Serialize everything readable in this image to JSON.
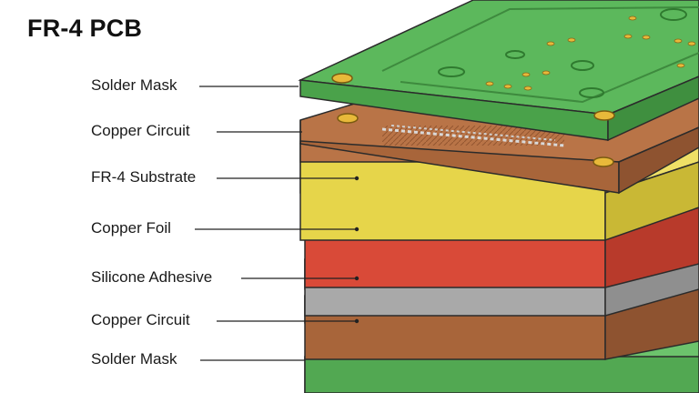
{
  "title": "FR-4 PCB",
  "layers": [
    {
      "label": "Solder Mask",
      "color": "#5cb85c"
    },
    {
      "label": "Copper Circuit",
      "color": "#a8653a"
    },
    {
      "label": "FR-4 Substrate",
      "color": "#e6d54a"
    },
    {
      "label": "Copper Foil",
      "color": "#d94a38"
    },
    {
      "label": "Silicone Adhesive",
      "color": "#a9a9a9"
    },
    {
      "label": "Copper Circuit",
      "color": "#a8653a"
    },
    {
      "label": "Solder Mask",
      "color": "#5cb85c"
    }
  ],
  "colors": {
    "outline": "#2b2b2b",
    "pad": "#e8b93a",
    "trace": "#c9c9c9",
    "leader": "#222222"
  }
}
